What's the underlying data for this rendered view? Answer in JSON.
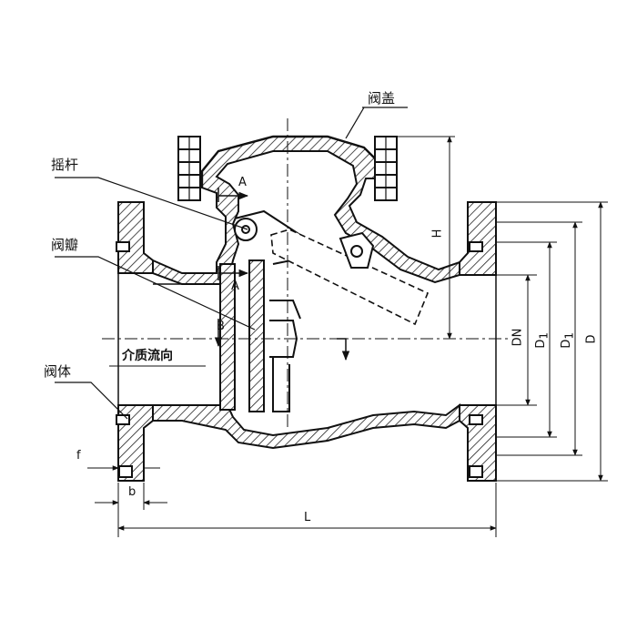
{
  "labels": {
    "valve_cover": "阀盖",
    "rocker_arm": "摇杆",
    "valve_disc": "阀瓣",
    "valve_body": "阀体",
    "flow_direction": "介质流向"
  },
  "dimensions": {
    "H": "H",
    "DN": "DN",
    "D1_inner_main": "D",
    "D1_inner_sub": "1",
    "D1_outer_main": "D",
    "D1_outer_sub": "1",
    "D": "D",
    "L": "L",
    "b": "b",
    "f": "f"
  },
  "sections": {
    "A_top": "A",
    "A_bottom": "A",
    "B": "B"
  },
  "colors": {
    "line": "#111111",
    "hatch": "#222222",
    "background": "#ffffff"
  }
}
